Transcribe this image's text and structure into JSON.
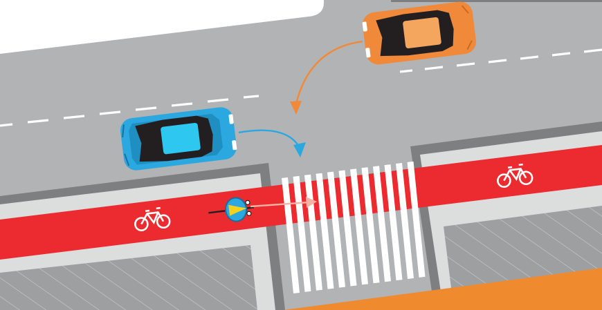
{
  "scene": {
    "description_items": [
      "road",
      "bike-lane",
      "crosswalk",
      "blue-car",
      "orange-car",
      "cyclist"
    ],
    "icons": [
      "bicycle-icon",
      "bicycle-icon",
      "turn-arrow-icon",
      "turn-arrow-icon",
      "direction-arrow-icon"
    ]
  },
  "colors": {
    "asphalt": "#b1b3b4",
    "sidewalk": "#dcdddd",
    "curb": "#7d7f81",
    "bike_lane": "#ec2b30",
    "crosswalk_stripe": "#ffffff",
    "blue_car": "#2ba8e0",
    "orange_car": "#f08a3a",
    "orange_bottom": "#f08a2e",
    "white_block": "#ffffff"
  }
}
